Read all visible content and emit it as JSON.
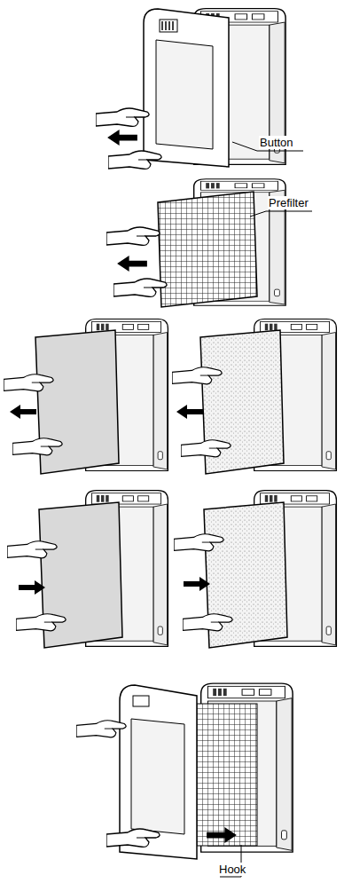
{
  "diagram": {
    "labels": [
      "Button",
      "Prefilter",
      "Hook"
    ]
  }
}
